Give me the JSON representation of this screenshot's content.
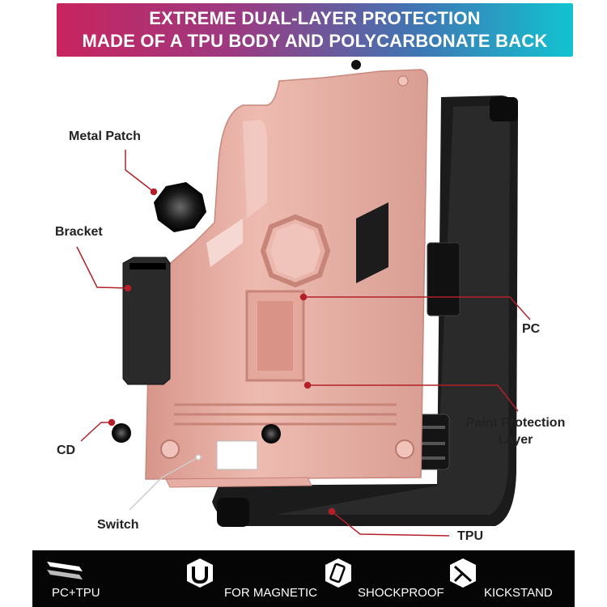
{
  "banner": {
    "line1": "EXTREME DUAL-LAYER PROTECTION",
    "line2": "MADE OF A TPU BODY AND POLYCARBONATE BACK"
  },
  "callouts": {
    "metal_patch": "Metal Patch",
    "bracket": "Bracket",
    "pc": "PC",
    "paint_line1": "Paint Protection",
    "paint_line2": "Layer",
    "cd": "CD",
    "switch": "Switch",
    "tpu": "TPU"
  },
  "features": [
    {
      "label": "PC+TPU",
      "icon": "layers-icon"
    },
    {
      "label": "FOR MAGNETIC",
      "icon": "magnet-icon"
    },
    {
      "label": "SHOCKPROOF",
      "icon": "shockproof-icon"
    },
    {
      "label": "KICKSTAND",
      "icon": "kickstand-icon"
    }
  ],
  "colors": {
    "banner_start": "#c8245e",
    "banner_end": "#12c3d0",
    "case_pc": "#e8b0a6",
    "case_tpu": "#1c1c1c",
    "leader": "#b3202a",
    "bar": "#050505"
  }
}
